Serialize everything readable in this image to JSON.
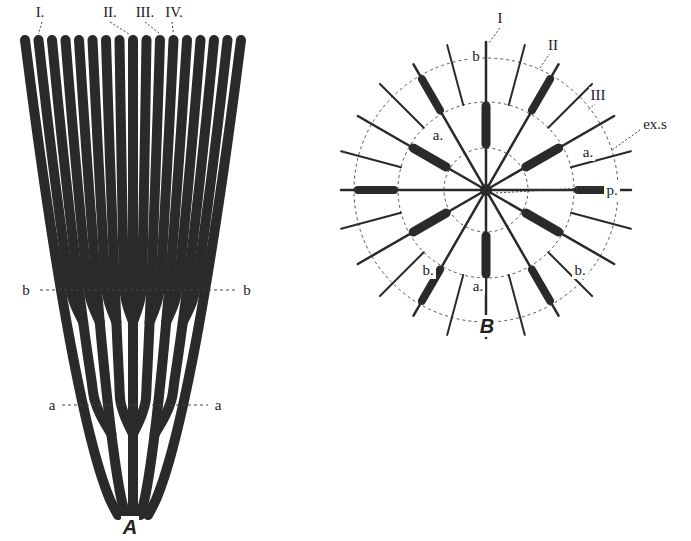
{
  "diagram": {
    "labels": [
      "I.",
      "II.",
      "III.",
      "IV.",
      "b",
      "b",
      "a",
      "a",
      "A",
      "I",
      "II",
      "III",
      "b",
      "a.",
      "ex.s",
      "a.",
      "p.",
      "b.",
      "b.",
      "a.",
      "B"
    ]
  }
}
